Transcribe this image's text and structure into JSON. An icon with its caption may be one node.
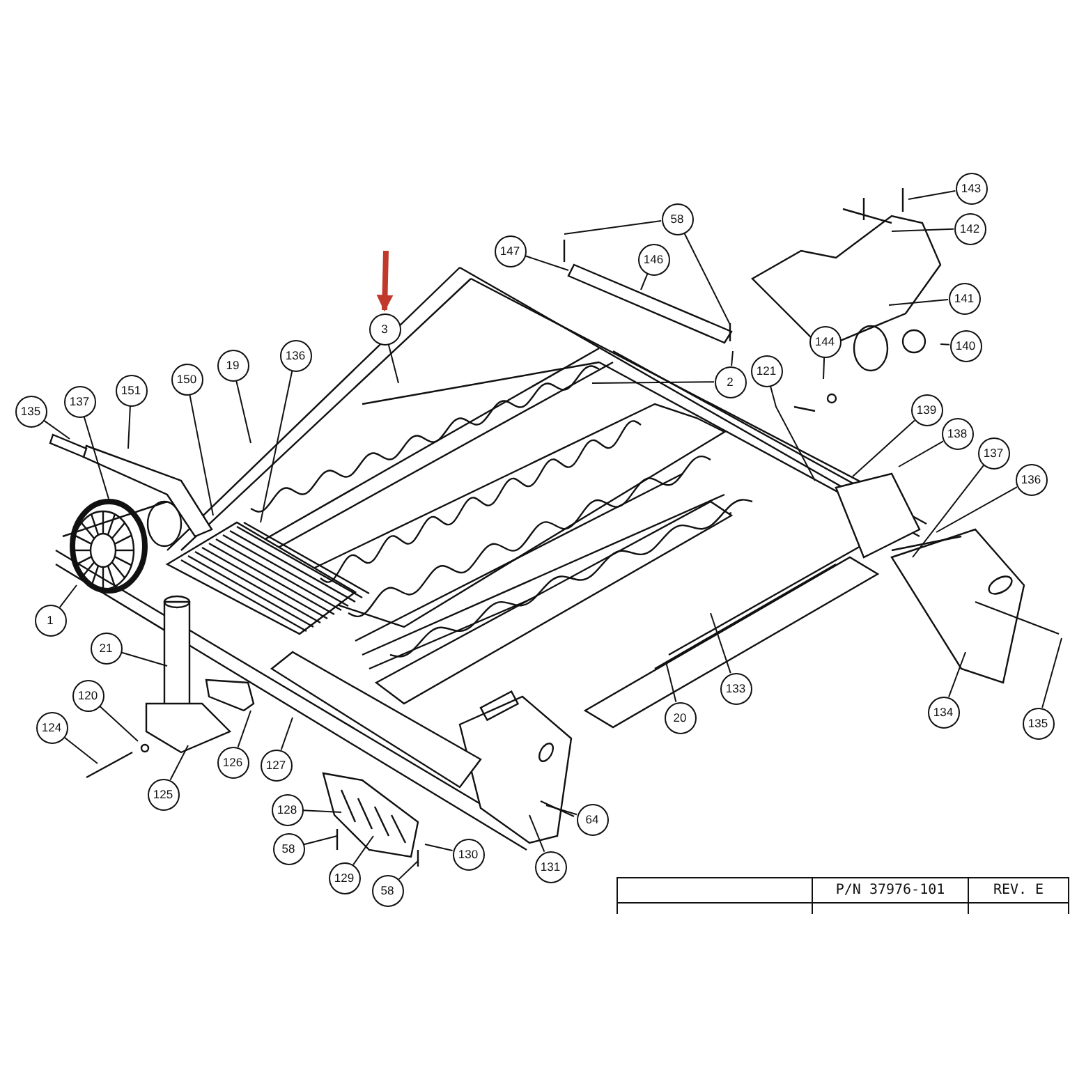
{
  "diagram": {
    "nodes": [
      {
        "text": [
          "135"
        ]
      },
      {
        "text": [
          "137"
        ]
      },
      {
        "text": [
          "151"
        ]
      },
      {
        "text": [
          "150"
        ]
      },
      {
        "text": [
          "19"
        ]
      },
      {
        "text": [
          "136"
        ]
      },
      {
        "text": [
          "3"
        ]
      },
      {
        "text": [
          "147"
        ]
      },
      {
        "text": [
          "58"
        ]
      },
      {
        "text": [
          "146"
        ]
      },
      {
        "text": [
          "143"
        ]
      },
      {
        "text": [
          "142"
        ]
      },
      {
        "text": [
          "141"
        ]
      },
      {
        "text": [
          "144"
        ]
      },
      {
        "text": [
          "140"
        ]
      },
      {
        "text": [
          "121"
        ]
      },
      {
        "text": [
          "2"
        ]
      },
      {
        "text": [
          "139"
        ]
      },
      {
        "text": [
          "138"
        ]
      },
      {
        "text": [
          "137"
        ]
      },
      {
        "text": [
          "136"
        ]
      },
      {
        "text": [
          "1"
        ]
      },
      {
        "text": [
          "21"
        ]
      },
      {
        "text": [
          "120"
        ]
      },
      {
        "text": [
          "124"
        ]
      },
      {
        "text": [
          "126"
        ]
      },
      {
        "text": [
          "127"
        ]
      },
      {
        "text": [
          "125"
        ]
      },
      {
        "text": [
          "128"
        ]
      },
      {
        "text": [
          "58"
        ]
      },
      {
        "text": [
          "130"
        ]
      },
      {
        "text": [
          "129"
        ]
      },
      {
        "text": [
          "58"
        ]
      },
      {
        "text": [
          "64"
        ]
      },
      {
        "text": [
          "131"
        ]
      },
      {
        "text": [
          "133"
        ]
      },
      {
        "text": [
          "20"
        ]
      },
      {
        "text": [
          "134"
        ]
      },
      {
        "text": [
          "135"
        ]
      }
    ],
    "edges": [
      {
        "from": 0,
        "to": null,
        "arrow": "none"
      },
      {
        "from": 1,
        "to": null,
        "arrow": "none"
      },
      {
        "from": 2,
        "to": null,
        "arrow": "none"
      },
      {
        "from": 3,
        "to": null,
        "arrow": "none"
      },
      {
        "from": 4,
        "to": null,
        "arrow": "none"
      },
      {
        "from": 5,
        "to": null,
        "arrow": "none"
      },
      {
        "from": 6,
        "to": null,
        "arrow": "none"
      },
      {
        "from": 7,
        "to": null,
        "arrow": "none"
      },
      {
        "from": 8,
        "to": null,
        "arrow": "none"
      },
      {
        "from": 8,
        "to": null,
        "arrow": "none"
      },
      {
        "from": 9,
        "to": null,
        "arrow": "none"
      },
      {
        "from": 10,
        "to": null,
        "arrow": "none"
      },
      {
        "from": 11,
        "to": null,
        "arrow": "none"
      },
      {
        "from": 12,
        "to": null,
        "arrow": "none"
      },
      {
        "from": 13,
        "to": null,
        "arrow": "none"
      },
      {
        "from": 14,
        "to": null,
        "arrow": "none"
      },
      {
        "from": 15,
        "to": null,
        "arrow": "none"
      },
      {
        "from": 16,
        "to": null,
        "arrow": "none"
      },
      {
        "from": 16,
        "to": null,
        "arrow": "none"
      },
      {
        "from": 17,
        "to": null,
        "arrow": "none"
      },
      {
        "from": 18,
        "to": null,
        "arrow": "none"
      },
      {
        "from": 19,
        "to": null,
        "arrow": "none"
      },
      {
        "from": 20,
        "to": null,
        "arrow": "none"
      },
      {
        "from": 21,
        "to": null,
        "arrow": "none"
      },
      {
        "from": 22,
        "to": null,
        "arrow": "none"
      },
      {
        "from": 23,
        "to": null,
        "arrow": "none"
      },
      {
        "from": 24,
        "to": null,
        "arrow": "none"
      },
      {
        "from": 25,
        "to": null,
        "arrow": "none"
      },
      {
        "from": 26,
        "to": null,
        "arrow": "none"
      },
      {
        "from": 27,
        "to": null,
        "arrow": "none"
      },
      {
        "from": 28,
        "to": null,
        "arrow": "none"
      },
      {
        "from": 29,
        "to": null,
        "arrow": "none"
      },
      {
        "from": 30,
        "to": null,
        "arrow": "none"
      },
      {
        "from": 31,
        "to": null,
        "arrow": "none"
      },
      {
        "from": 32,
        "to": null,
        "arrow": "none"
      },
      {
        "from": 33,
        "to": null,
        "arrow": "none"
      },
      {
        "from": 34,
        "to": null,
        "arrow": "none"
      },
      {
        "from": 35,
        "to": null,
        "arrow": "none"
      },
      {
        "from": 36,
        "to": null,
        "arrow": "none"
      },
      {
        "from": 37,
        "to": null,
        "arrow": "none"
      },
      {
        "from": 38,
        "to": null,
        "arrow": "none"
      },
      {
        "from": null,
        "to": 6,
        "arrow": "to",
        "style": "thick",
        "color": "#c0392b"
      }
    ],
    "labels": [
      "P/N 37976-101",
      "REV. E"
    ]
  }
}
